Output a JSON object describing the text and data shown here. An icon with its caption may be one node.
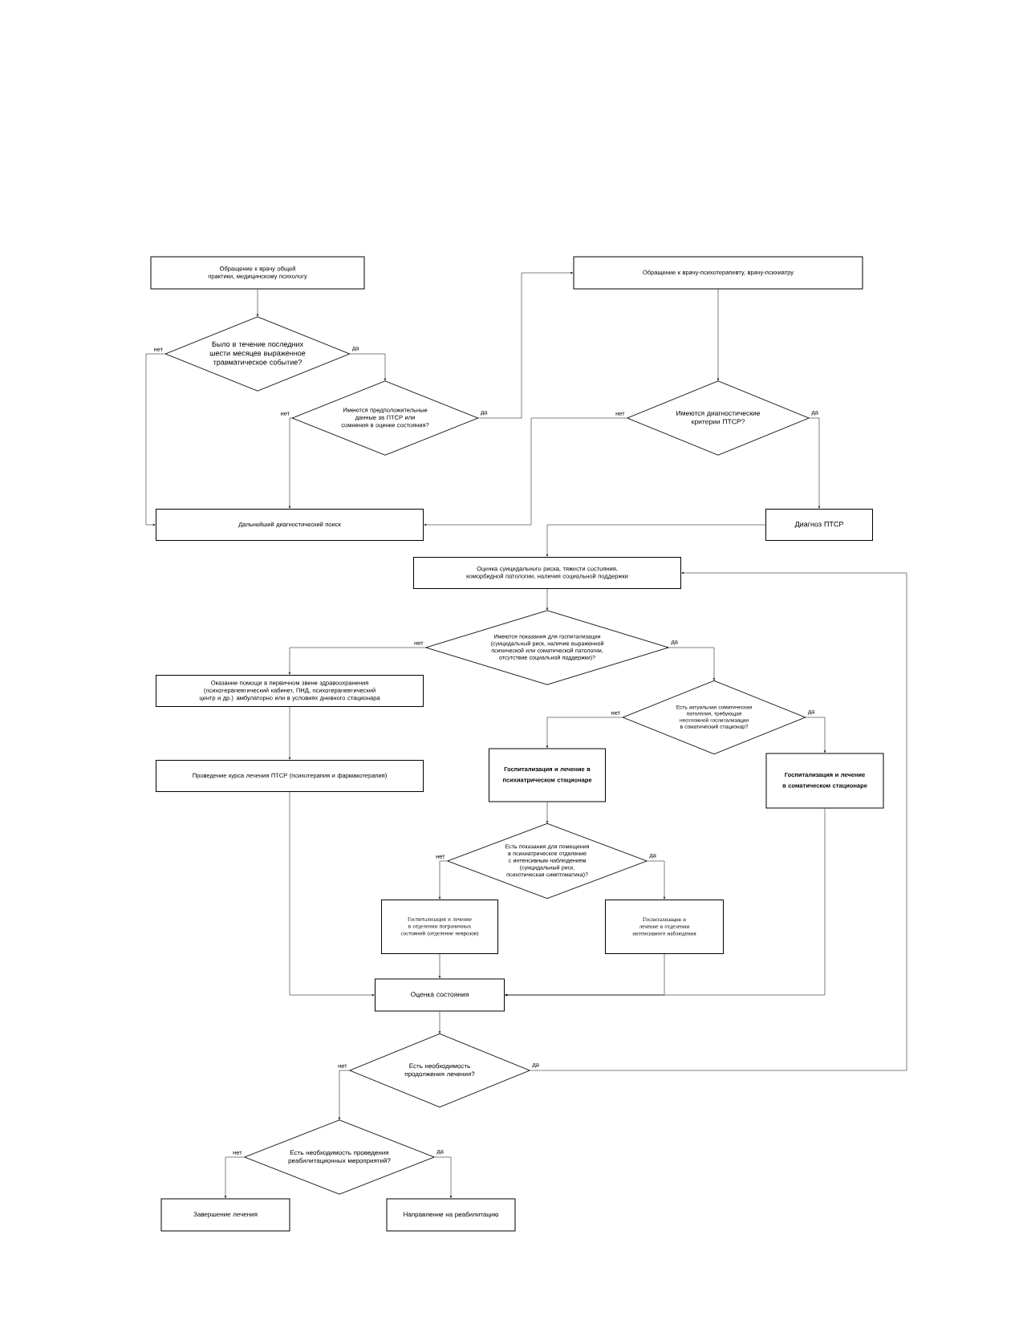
{
  "diagram": {
    "nodes": [
      {
        "text": [
          "Обращение к врачу общей практики, медицинскому психологу"
        ]
      },
      {
        "text": [
          "Было в течение последних шести месяцев выраженное травматическое событие?"
        ]
      },
      {
        "text": [
          "Имеются предположительные данные за ПТСР или сомнения в оценке состояния?"
        ]
      },
      {
        "text": [
          "Обращение к врачу-психотерапевту, врачу-психиатру"
        ]
      },
      {
        "text": [
          "Имеются диагностические критерии ПТСР?"
        ]
      },
      {
        "text": [
          "Дальнейший диагностический поиск"
        ]
      },
      {
        "text": [
          "Диагноз ПТСР"
        ]
      },
      {
        "text": [
          "Оценка суицидального риска, тяжести состояния, коморбидной патологии, наличия социальной поддержки"
        ]
      },
      {
        "text": [
          "Имеются показания для госпитализации (суицидальный риск, наличие выраженной психической или соматической патологии, отсутствие социальной поддержки)?"
        ]
      },
      {
        "text": [
          "Оказание помощи в первичном звене здравоохранения (психотерапевтический кабинет, ПНД, психотерапевтический центр и др.) амбулаторно или в условиях дневного стационара"
        ]
      },
      {
        "text": [
          "Есть актуальная соматическая патология, требующая неотложной госпитализации в соматический стационар?"
        ]
      },
      {
        "text": [
          "Проведение курса лечения ПТСР (психотерапия и фармакотерапия)"
        ]
      },
      {
        "text": [
          "Госпитализация и лечение в психиатрическом стационаре"
        ]
      },
      {
        "text": [
          "Госпитализация и лечение в соматическом стационаре"
        ]
      },
      {
        "text": [
          "Есть показания для помещения в психиатрическое отделение с интенсивным наблюдением (суицидальный риск, психотическая симптоматика)?"
        ]
      },
      {
        "text": [
          "Госпитализация и лечение в отделении пограничных состояний (отделение неврозов)"
        ]
      },
      {
        "text": [
          "Госпитализация и лечение в отделении интенсивного наблюдения"
        ]
      },
      {
        "text": [
          "Оценка состояния"
        ]
      },
      {
        "text": [
          "Есть необходимость продолжения лечения?"
        ]
      },
      {
        "text": [
          "Есть необходимость проведения реабилитационных мероприятий?"
        ]
      },
      {
        "text": [
          "Завершение лечения"
        ]
      },
      {
        "text": [
          "Направление на реабилитацию"
        ]
      }
    ],
    "edges": [
      {
        "from": 0,
        "to": 1,
        "arrow": "to"
      },
      {
        "from": 1,
        "to": 5,
        "arrow": "to",
        "label": "нет"
      },
      {
        "from": 1,
        "to": 2,
        "arrow": "to",
        "label": "да"
      },
      {
        "from": 2,
        "to": 5,
        "arrow": "to",
        "label": "нет"
      },
      {
        "from": 2,
        "to": 3,
        "arrow": "to",
        "label": "да"
      },
      {
        "from": 3,
        "to": 4,
        "arrow": "to"
      },
      {
        "from": 4,
        "to": 5,
        "arrow": "to",
        "label": "нет"
      },
      {
        "from": 4,
        "to": 6,
        "arrow": "to",
        "label": "да"
      },
      {
        "from": 6,
        "to": 7,
        "arrow": "to"
      },
      {
        "from": 7,
        "to": 8,
        "arrow": "to"
      },
      {
        "from": 8,
        "to": 9,
        "arrow": "to",
        "label": "нет"
      },
      {
        "from": 8,
        "to": 10,
        "arrow": "to",
        "label": "да"
      },
      {
        "from": 9,
        "to": 11,
        "arrow": "to"
      },
      {
        "from": 10,
        "to": 12,
        "arrow": "to",
        "label": "нет"
      },
      {
        "from": 10,
        "to": 13,
        "arrow": "to",
        "label": "да"
      },
      {
        "from": 12,
        "to": 14,
        "arrow": "to"
      },
      {
        "from": 14,
        "to": 15,
        "arrow": "to",
        "label": "нет"
      },
      {
        "from": 14,
        "to": 16,
        "arrow": "to",
        "label": "да"
      },
      {
        "from": 11,
        "to": 17,
        "arrow": "to"
      },
      {
        "from": 15,
        "to": 17,
        "arrow": "to"
      },
      {
        "from": 16,
        "to": 17,
        "arrow": "to"
      },
      {
        "from": 13,
        "to": 17,
        "arrow": "to"
      },
      {
        "from": 17,
        "to": 18,
        "arrow": "to"
      },
      {
        "from": 18,
        "to": 19,
        "arrow": "to",
        "label": "нет"
      },
      {
        "from": 18,
        "to": 7,
        "arrow": "to",
        "label": "да"
      },
      {
        "from": 19,
        "to": 20,
        "arrow": "to",
        "label": "нет"
      },
      {
        "from": 19,
        "to": 21,
        "arrow": "to",
        "label": "да"
      }
    ]
  }
}
